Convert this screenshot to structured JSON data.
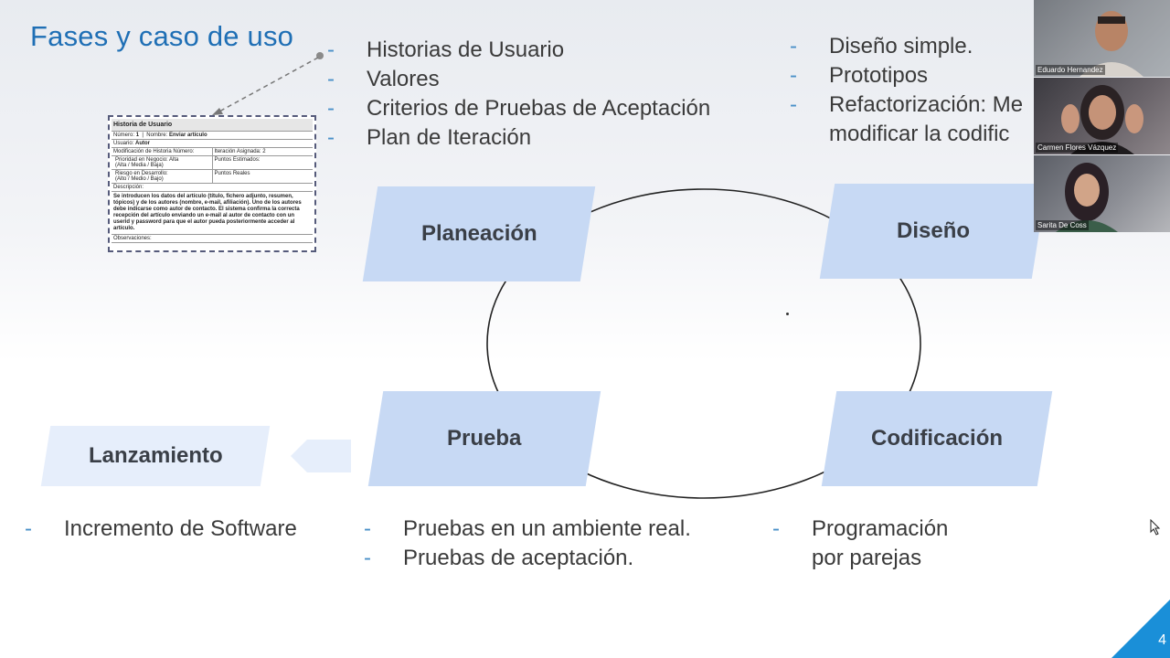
{
  "slide": {
    "title": "Fases y caso de uso",
    "bullets_top": [
      "Historias de Usuario",
      "Valores",
      "Criterios de Pruebas de Aceptación",
      "Plan de Iteración"
    ],
    "bullets_right": [
      "Diseño simple.",
      "Prototipos",
      "Refactorización: Me",
      "modificar la codific"
    ],
    "phases": {
      "planeacion": "Planeación",
      "diseno": "Diseño",
      "prueba": "Prueba",
      "codificacion": "Codificación",
      "lanzamiento": "Lanzamiento"
    },
    "bullets_lanzamiento": [
      "Incremento de Software"
    ],
    "bullets_prueba": [
      "Pruebas en un ambiente real.",
      "Pruebas de aceptación."
    ],
    "bullets_codificacion": [
      "Programación",
      "por parejas"
    ],
    "dash": "-",
    "page_number": "4",
    "colors": {
      "title": "#1f6fb5",
      "phase_fill": "#c7d9f4",
      "dash": "#4a90c8",
      "accent": "#1a8fd8"
    }
  },
  "user_story_doc": {
    "header": "Historia de Usuario",
    "numero_label": "Número:",
    "numero": "1",
    "nombre_label": "Nombre:",
    "nombre": "Enviar artículo",
    "usuario_label": "Usuario:",
    "usuario": "Autor",
    "modificacion": "Modificación de Historia Número:",
    "iteracion": "Iteración Asignada: 2",
    "prioridad": "Prioridad en Negocio: Alta",
    "prioridad_scale": "(Alta / Media / Baja)",
    "puntos_estimados": "Puntos Estimados:",
    "riesgo": "Riesgo en Desarrollo:",
    "riesgo_scale": "(Alto / Medio / Bajo)",
    "puntos_reales": "Puntos Reales",
    "descripcion_label": "Descripción:",
    "descripcion": "Se introducen los datos del artículo (título, fichero adjunto, resumen, tópicos) y de los autores (nombre, e-mail, afiliación). Uno de los autores debe indicarse como autor de contacto. El sistema confirma la correcta recepción del artículo enviando un e-mail al autor de contacto con un userid y password para que el autor pueda posteriormente acceder al artículo.",
    "observaciones": "Observaciones:"
  },
  "participants": [
    {
      "name": "Eduardo Hernandez"
    },
    {
      "name": "Carmen Flores Vázquez"
    },
    {
      "name": "Sarita De Coss"
    }
  ]
}
